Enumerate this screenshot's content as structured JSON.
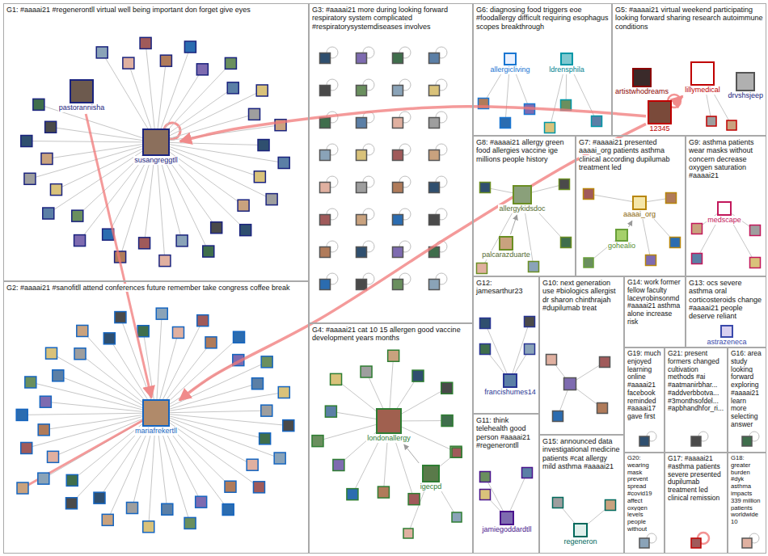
{
  "diagram": {
    "nodes": [
      {
        "text": [
          "G1: #aaaai21 #regenerontll virtual well being important don forget give eyes"
        ]
      },
      {
        "text": [
          "pastorannisha"
        ],
        "in": 0
      },
      {
        "text": [
          "susangreggtll"
        ],
        "in": 0
      },
      {
        "text": [
          "G2: #aaaai21 #sanofitll attend conferences future remember take congress coffee break"
        ]
      },
      {
        "text": [
          "mariafrekertll"
        ],
        "in": 3
      },
      {
        "text": [
          "G3: #aaaai21 more during looking forward respiratory system complicated #respiratorysystemdiseases involves"
        ]
      },
      {
        "text": [
          "G4: #aaaai21 cat 10 15 allergen good vaccine development years months"
        ]
      },
      {
        "text": [
          "londonallergy"
        ],
        "in": 6
      },
      {
        "text": [
          "igecpd"
        ],
        "in": 6
      },
      {
        "text": [
          "G6: diagnosing food triggers eoe #foodallergy difficult requiring esophagus scopes breakthrough"
        ]
      },
      {
        "text": [
          "allergicliving"
        ],
        "in": 9
      },
      {
        "text": [
          "ldrensphila"
        ],
        "in": 9
      },
      {
        "text": [
          "G5: #aaaai21 virtual weekend participating looking forward sharing research autoimmune conditions"
        ]
      },
      {
        "text": [
          "artistwhodreams"
        ],
        "in": 12
      },
      {
        "text": [
          "lillymedical"
        ],
        "in": 12
      },
      {
        "text": [
          "drvshsjeep"
        ],
        "in": 12
      },
      {
        "text": [
          "12345"
        ],
        "in": 12
      },
      {
        "text": [
          "G8: #aaaai21 allergy green food allergies vaccine ige millions people history"
        ]
      },
      {
        "text": [
          "allergykidsdoc"
        ],
        "in": 17
      },
      {
        "text": [
          "palcarazduarte"
        ],
        "in": 17
      },
      {
        "text": [
          "G7: #aaaai21 presented aaaai_org patients asthma clinical according dupilumab treatment led"
        ]
      },
      {
        "text": [
          "aaaai_org"
        ],
        "in": 20
      },
      {
        "text": [
          "gohealio"
        ],
        "in": 20
      },
      {
        "text": [
          "G9: asthma patients wear masks without concern decrease oxygen saturation #aaaai21"
        ]
      },
      {
        "text": [
          "medscape"
        ],
        "in": 23
      },
      {
        "text": [
          "G12: jamesarthur23"
        ]
      },
      {
        "text": [
          "francishumes14"
        ],
        "in": 25
      },
      {
        "text": [
          "G10: next generation use #biologics allergist dr sharon chinthrajah #dupilumab treat"
        ]
      },
      {
        "text": [
          "G14: work former fellow faculty laceyrobinsonmd #aaaai21 asthma alone increase risk"
        ]
      },
      {
        "text": [
          "G13: ocs severe asthma oral corticosteroids change #aaaai21 people deserve reliant"
        ]
      },
      {
        "text": [
          "astrazeneca"
        ],
        "in": 29
      },
      {
        "text": [
          "G11: think telehealth good person #aaaai21 #regenerontll"
        ]
      },
      {
        "text": [
          "jamiegoddardtll"
        ],
        "in": 31
      },
      {
        "text": [
          "G15: announced data investigational medicine patients #cat allergy mild asthma #aaaai21"
        ]
      },
      {
        "text": [
          "regeneron"
        ],
        "in": 33
      },
      {
        "text": [
          "G19: much enjoyed learning online #aaaai21 facebook reminded #aaaai17 gave first"
        ]
      },
      {
        "text": [
          "G21: present formers changed cultivation methods #ai #aatmanirbhar... #addverbbotva... #3monthsofdel... #apbhandhfor_ri..."
        ]
      },
      {
        "text": [
          "G16: area study looking forward exploring #aaaai21 learn more selecting answer"
        ]
      },
      {
        "text": [
          "G20: wearing mask prevent spread #covid19 affect oxygen levels people without"
        ]
      },
      {
        "text": [
          "G17: #aaaai21 #asthma patients severe presented dupilumab treatment led clinical remission"
        ]
      },
      {
        "text": [
          "G18: greater burden #dyk asthma impacts 339 million patients worldwide 10"
        ]
      }
    ],
    "edges": [
      {
        "from": 16,
        "to": 2,
        "arrow": "to"
      },
      {
        "from": 16,
        "to": 4,
        "arrow": "to"
      },
      {
        "from": 16,
        "to": 14,
        "arrow": "to"
      },
      {
        "from": 1,
        "to": 4,
        "arrow": "to"
      },
      {
        "from": 8,
        "to": 7,
        "arrow": "to"
      },
      {
        "from": 22,
        "to": 21,
        "arrow": "to"
      },
      {
        "from": 19,
        "to": 18,
        "arrow": "to"
      }
    ]
  }
}
